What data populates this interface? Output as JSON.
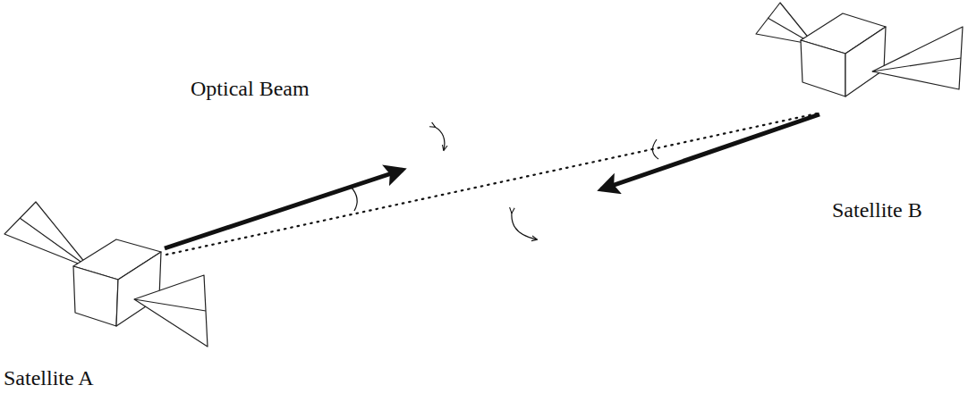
{
  "diagram": {
    "labels": [
      "Optical Beam",
      "Satellite A",
      "Satellite B"
    ]
  }
}
